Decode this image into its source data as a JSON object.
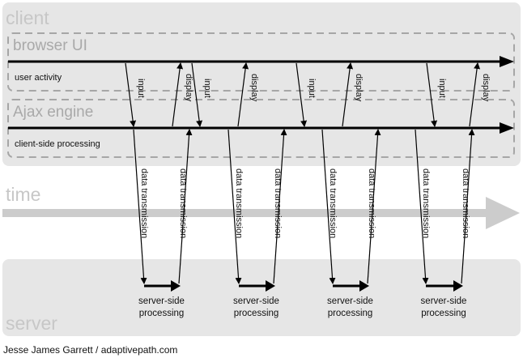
{
  "labels": {
    "client": "client",
    "browser_ui": "browser UI",
    "user_activity": "user activity",
    "ajax_engine": "Ajax engine",
    "client_side_processing": "client-side processing",
    "time": "time",
    "server": "server"
  },
  "interactions": {
    "input": "input",
    "display": "display",
    "data_transmission": "data transmission"
  },
  "server_processing": {
    "line1": "server-side",
    "line2": "processing"
  },
  "credit": "Jesse James Garrett / adaptivepath.com",
  "colors": {
    "panel": "#e6e6e6",
    "dashed": "#a6a6a6",
    "label_gray": "#c7c7c7",
    "time_arrow": "#cccccc",
    "ink": "#000000"
  }
}
